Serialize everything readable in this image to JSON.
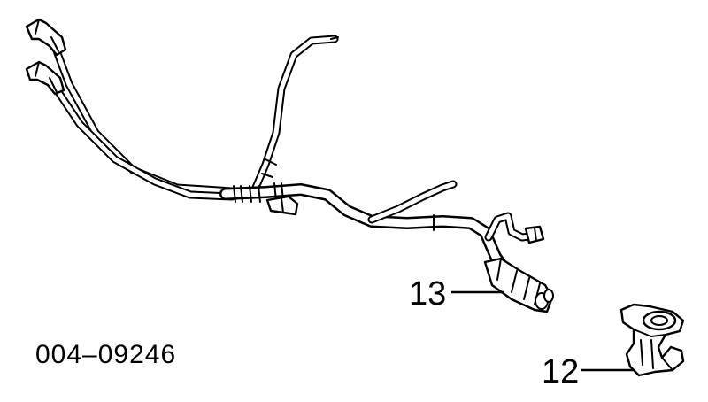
{
  "diagram": {
    "reference_number": "004–09246",
    "callouts": [
      {
        "id": "13",
        "label": "13",
        "part": "wiring-harness"
      },
      {
        "id": "12",
        "label": "12",
        "part": "connector"
      }
    ]
  },
  "colors": {
    "background": "#ffffff",
    "ink": "#000000"
  }
}
